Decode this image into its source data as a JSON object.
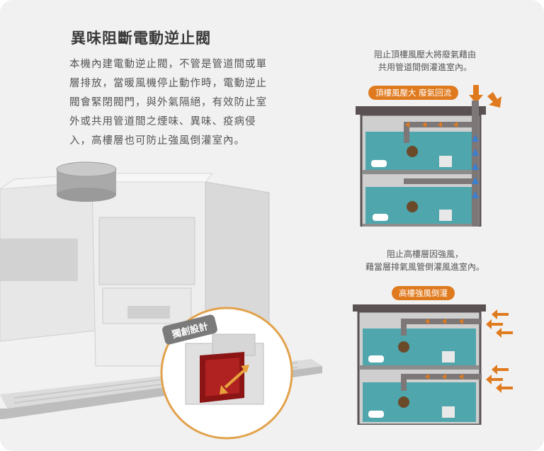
{
  "heading": {
    "title": "異味阻斷電動逆止閥",
    "description": "本機內建電動逆止閥，不管是管道間或單層排放，當暖風機停止動作時，電動逆止閥會緊閉閥門，與外氣隔絕，有效防止室外或共用管道間之煙味、異味、疫病侵入，高樓層也可防止強風倒灌室內。"
  },
  "diagram_top": {
    "caption_line1": "阻止頂樓風壓大將廢氣藉由",
    "caption_line2": "共用管道間倒灌進室內。",
    "tag": "頂樓風壓大 廢氣回流"
  },
  "diagram_bottom": {
    "caption_line1": "阻止高樓層因強風，",
    "caption_line2": "藉當層排氣風管倒灌風進室內。",
    "tag": "高樓強風倒灌"
  },
  "product": {
    "badge": "獨創設計"
  },
  "colors": {
    "accent": "#e07a1e",
    "room": "#4fa6ad",
    "wall": "#5a5252",
    "arrow_blue": "#3a7fd0"
  }
}
